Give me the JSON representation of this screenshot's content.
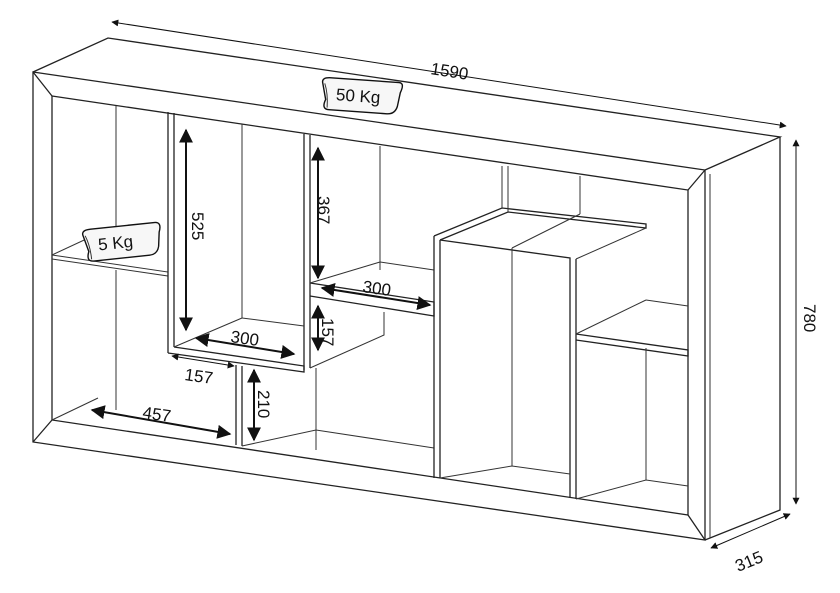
{
  "dimensions": {
    "width": "1590",
    "height": "780",
    "depth": "315",
    "compartment_tall": "525",
    "compartment_mid": "367",
    "shelf_a": "300",
    "shelf_b": "300",
    "offset_157_vertical": "157",
    "offset_157_horizontal": "157",
    "bottom_width": "457",
    "bottom_height": "210"
  },
  "load_labels": {
    "top": "50 Kg",
    "shelf": "5 Kg"
  },
  "colors": {
    "line": "#222222",
    "background": "#ffffff"
  }
}
